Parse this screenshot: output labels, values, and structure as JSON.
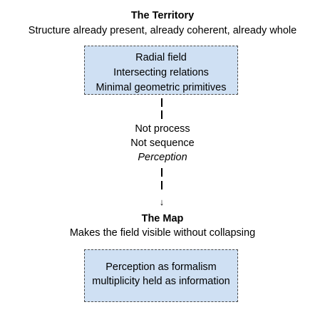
{
  "territory": {
    "title": "The Territory",
    "subtitle": "Structure already present, already coherent, already whole",
    "box_lines": [
      "Radial field",
      "Intersecting relations",
      "Minimal geometric primitives"
    ]
  },
  "middle": {
    "lines": [
      "Not process",
      "Not sequence",
      "Perception"
    ]
  },
  "arrow_glyph": "↓",
  "map": {
    "title": "The Map",
    "subtitle": "Makes the field visible without collapsing",
    "box_lines": [
      "Perception as formalism",
      "multiplicity held as information"
    ]
  },
  "colors": {
    "box_fill": "#cfe0f3",
    "box_border": "#4a4a4a",
    "text": "#000000"
  }
}
